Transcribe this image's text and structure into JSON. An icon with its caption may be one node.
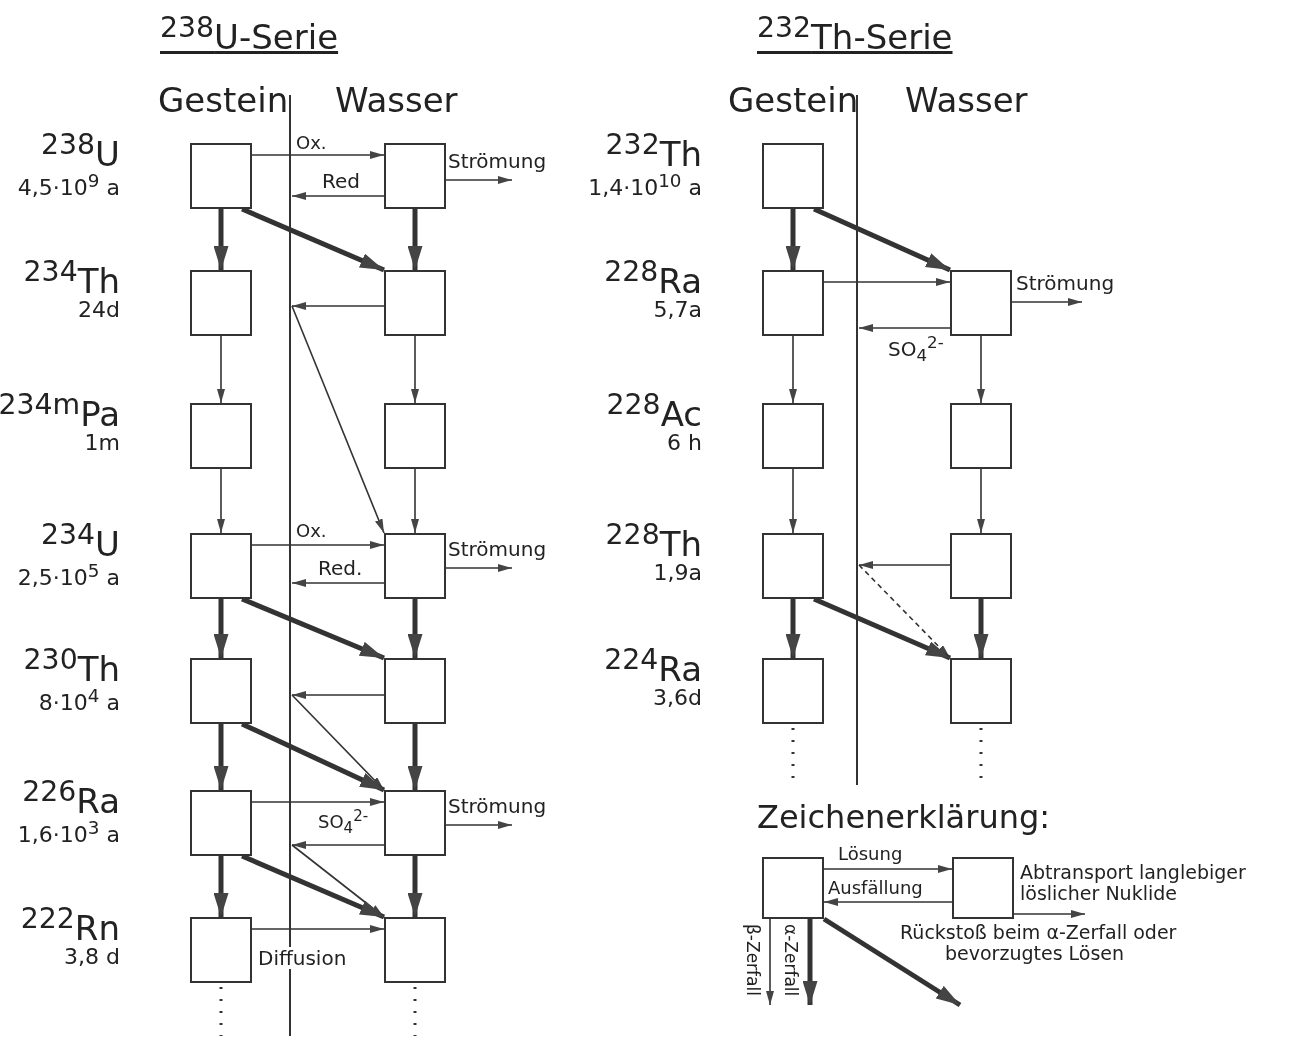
{
  "diagram": {
    "nodes": [
      {
        "text": [],
        "shape": "box",
        "beside": [
          "$^{238}$U",
          "4,5·10$^{9}$ a"
        ]
      },
      {
        "text": [],
        "shape": "box"
      },
      {
        "text": [],
        "shape": "box",
        "beside": [
          "$^{234}$Th",
          "24d"
        ]
      },
      {
        "text": [],
        "shape": "box"
      },
      {
        "text": [],
        "shape": "box",
        "beside": [
          "$^{234m}$Pa",
          "1m"
        ]
      },
      {
        "text": [],
        "shape": "box"
      },
      {
        "text": [],
        "shape": "box",
        "beside": [
          "$^{234}$U",
          "2,5·10$^{5}$ a"
        ]
      },
      {
        "text": [],
        "shape": "box"
      },
      {
        "text": [],
        "shape": "box",
        "beside": [
          "$^{230}$Th",
          "8·10$^{4}$ a"
        ]
      },
      {
        "text": [],
        "shape": "box"
      },
      {
        "text": [],
        "shape": "box",
        "beside": [
          "$^{226}$Ra",
          "1,6·10$^{3}$ a"
        ]
      },
      {
        "text": [],
        "shape": "box"
      },
      {
        "text": [],
        "shape": "box",
        "beside": [
          "$^{222}$Rn",
          "3,8 d"
        ]
      },
      {
        "text": [],
        "shape": "box"
      },
      {
        "text": [],
        "shape": "box",
        "beside": [
          "$^{232}$Th",
          "1,4·10$^{10}$ a"
        ]
      },
      {
        "text": [],
        "shape": "box",
        "beside": [
          "$^{228}$Ra",
          "5,7a"
        ]
      },
      {
        "text": [],
        "shape": "box"
      },
      {
        "text": [],
        "shape": "box",
        "beside": [
          "$^{228}$Ac",
          "6 h"
        ]
      },
      {
        "text": [],
        "shape": "box"
      },
      {
        "text": [],
        "shape": "box",
        "beside": [
          "$^{228}$Th",
          "1,9a"
        ]
      },
      {
        "text": [],
        "shape": "box"
      },
      {
        "text": [],
        "shape": "box",
        "beside": [
          "$^{224}$Ra",
          "3,6d"
        ]
      },
      {
        "text": [],
        "shape": "box"
      },
      {
        "text": [],
        "shape": "box"
      },
      {
        "text": [],
        "shape": "box"
      }
    ],
    "edges": [
      {
        "from": 0,
        "to": 1,
        "arrow": "to",
        "label": "Ox."
      },
      {
        "from": 1,
        "to": null,
        "arrow": "to",
        "label": "Red"
      },
      {
        "from": 1,
        "to": null,
        "arrow": "to",
        "label": "Strömung"
      },
      {
        "from": 0,
        "to": 2,
        "arrow": "to",
        "style": "thick"
      },
      {
        "from": 1,
        "to": 3,
        "arrow": "to",
        "style": "thick"
      },
      {
        "from": 0,
        "to": 3,
        "arrow": "to",
        "style": "thick"
      },
      {
        "from": 3,
        "to": null,
        "arrow": "to"
      },
      {
        "from": null,
        "to": 7,
        "arrow": "to"
      },
      {
        "from": 2,
        "to": 4,
        "arrow": "to"
      },
      {
        "from": 3,
        "to": 5,
        "arrow": "to"
      },
      {
        "from": 4,
        "to": 6,
        "arrow": "to"
      },
      {
        "from": 5,
        "to": 7,
        "arrow": "to"
      },
      {
        "from": 6,
        "to": 7,
        "arrow": "to",
        "label": "Ox."
      },
      {
        "from": 7,
        "to": null,
        "arrow": "to",
        "label": "Red."
      },
      {
        "from": 7,
        "to": null,
        "arrow": "to",
        "label": "Strömung"
      },
      {
        "from": 6,
        "to": 8,
        "arrow": "to",
        "style": "thick"
      },
      {
        "from": 7,
        "to": 9,
        "arrow": "to",
        "style": "thick"
      },
      {
        "from": 6,
        "to": 9,
        "arrow": "to",
        "style": "thick"
      },
      {
        "from": 9,
        "to": null,
        "arrow": "to"
      },
      {
        "from": null,
        "to": 11,
        "arrow": "to"
      },
      {
        "from": 8,
        "to": 11,
        "arrow": "to",
        "style": "thick"
      },
      {
        "from": 8,
        "to": 10,
        "arrow": "to",
        "style": "thick"
      },
      {
        "from": 9,
        "to": 11,
        "arrow": "to",
        "style": "thick"
      },
      {
        "from": 10,
        "to": 11,
        "arrow": "to"
      },
      {
        "from": 11,
        "to": null,
        "arrow": "to",
        "label": "Strömung"
      },
      {
        "from": 11,
        "to": null,
        "arrow": "to",
        "label": "SO$_{4}$$^{2-}$"
      },
      {
        "from": null,
        "to": 13,
        "arrow": "to"
      },
      {
        "from": 10,
        "to": 12,
        "arrow": "to",
        "style": "thick"
      },
      {
        "from": 11,
        "to": 13,
        "arrow": "to",
        "style": "thick"
      },
      {
        "from": 10,
        "to": 13,
        "arrow": "to",
        "style": "thick"
      },
      {
        "from": 12,
        "to": 13,
        "arrow": "to",
        "label": "Diffusion"
      },
      {
        "from": 14,
        "to": 15,
        "arrow": "to",
        "style": "thick"
      },
      {
        "from": 14,
        "to": 16,
        "arrow": "to",
        "style": "thick"
      },
      {
        "from": 15,
        "to": 16,
        "arrow": "to"
      },
      {
        "from": 16,
        "to": null,
        "arrow": "to",
        "label": "SO$_{4}$$^{2-}$"
      },
      {
        "from": 16,
        "to": null,
        "arrow": "to",
        "label": "Strömung"
      },
      {
        "from": 15,
        "to": 17,
        "arrow": "to"
      },
      {
        "from": 16,
        "to": 18,
        "arrow": "to"
      },
      {
        "from": 17,
        "to": 19,
        "arrow": "to"
      },
      {
        "from": 18,
        "to": 20,
        "arrow": "to"
      },
      {
        "from": 20,
        "to": null,
        "arrow": "to"
      },
      {
        "from": null,
        "to": 22,
        "arrow": "to",
        "style": "dashed"
      },
      {
        "from": 19,
        "to": 21,
        "arrow": "to",
        "style": "thick"
      },
      {
        "from": 20,
        "to": 22,
        "arrow": "to",
        "style": "thick"
      },
      {
        "from": 19,
        "to": 22,
        "arrow": "to",
        "style": "thick"
      },
      {
        "from": 23,
        "to": 24,
        "arrow": "to",
        "label": "Lösung"
      },
      {
        "from": 24,
        "to": 23,
        "arrow": "to",
        "label": "Ausfällung"
      },
      {
        "from": 24,
        "to": null,
        "arrow": "to",
        "label": "Abtransport langlebiger löslicher Nuklide"
      },
      {
        "from": 23,
        "to": null,
        "arrow": "to",
        "label": "β-Zerfall"
      },
      {
        "from": 23,
        "to": null,
        "arrow": "to",
        "style": "thick",
        "label": "α-Zerfall"
      },
      {
        "from": 23,
        "to": null,
        "arrow": "to",
        "style": "thick",
        "label": "Rückstoß beim α-Zerfall oder bevorzugtes Lösen"
      }
    ],
    "labels": [
      "$^{238}$U-Serie",
      "$^{232}$Th-Serie",
      "Gestein",
      "Wasser",
      "Gestein",
      "Wasser",
      "Zeichenerklärung:"
    ]
  }
}
